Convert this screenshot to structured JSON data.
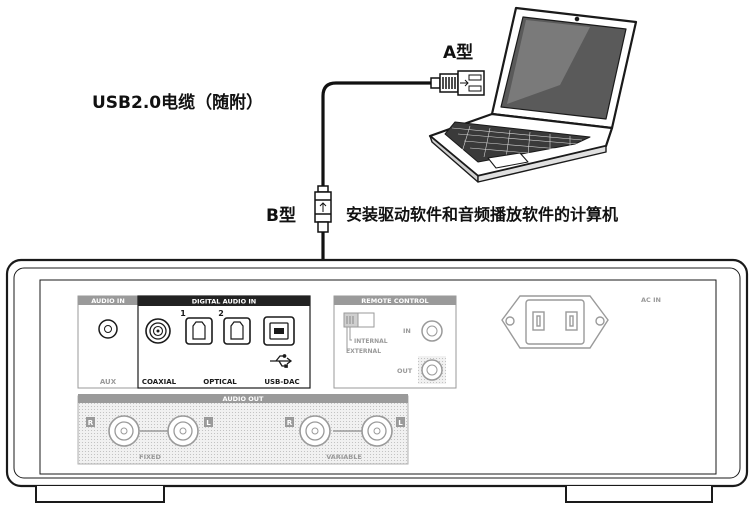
{
  "labels": {
    "type_a": "A型",
    "usb_cable": "USB2.0电缆（随附）",
    "type_b": "B型",
    "computer_note": "安装驱动软件和音频播放软件的计算机"
  },
  "panel": {
    "audio_in": "AUDIO IN",
    "aux": "AUX",
    "digital_audio_in": "DIGITAL AUDIO IN",
    "coaxial": "COAXIAL",
    "optical": "OPTICAL",
    "optical_1": "1",
    "optical_2": "2",
    "usb_dac": "USB-DAC",
    "remote_control": "REMOTE CONTROL",
    "remote_in": "IN",
    "remote_out": "OUT",
    "internal": "INTERNAL",
    "external": "EXTERNAL",
    "ac_in": "AC IN",
    "audio_out": "AUDIO OUT",
    "fixed": "FIXED",
    "variable": "VARIABLE",
    "r": "R",
    "l": "L"
  },
  "colors": {
    "outline": "#1a1a1a",
    "label_bar": "#9a9a9a",
    "digital_bar": "#222222",
    "cable": "#111111"
  },
  "icons": {
    "usb": "usb-icon",
    "laptop": "laptop-icon"
  }
}
